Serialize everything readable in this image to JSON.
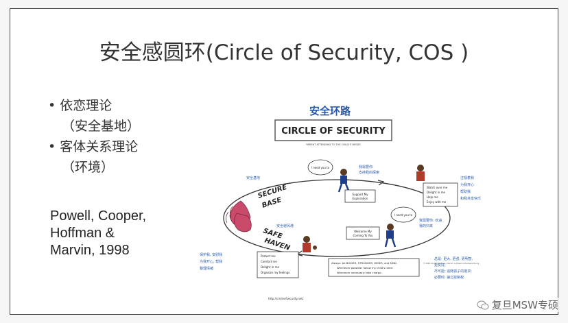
{
  "slide": {
    "title": "安全感圆环(Circle of Security, COS )",
    "bullets": [
      {
        "text": "• 依恋理论"
      },
      {
        "text": "（安全基地）",
        "indent": true
      },
      {
        "text": "• 客体关系理论"
      },
      {
        "text": "（环境）",
        "indent": true
      }
    ],
    "authors": [
      "Powell, Cooper,",
      "Hoffman &",
      "Marvin, 1998"
    ]
  },
  "diagram": {
    "cn_title": "安全环路",
    "banner_title": "CIRCLE OF SECURITY",
    "banner_subtitle": "PARENT ATTENDING TO THE CHILD'S NEEDS",
    "secure_base": "SECURE\nBASE",
    "safe_haven": "SAFE\nHAVEN",
    "label_secure_cn": "安全基地",
    "label_haven_cn": "安全避风港",
    "bubble_top": "I need you to",
    "bubble_right": "I need you to",
    "support_box": "Support My Exploration",
    "welcome_box": "Welcome My Coming To You",
    "top_cn": "我需要你:\n支持我的探索",
    "right_cn": "我需要你: 欢迎\n我的归来",
    "watch_list": [
      "Watch over me",
      "Delight in me",
      "Help me",
      "Enjoy with me"
    ],
    "watch_cn": [
      "注视着我",
      "为我开心",
      "帮助我",
      "和我共享快乐"
    ],
    "protect_list": [
      "Protect me",
      "Comfort me",
      "Delight in me",
      "Organize my feelings"
    ],
    "protect_cn": [
      "保护我, 安慰我",
      "为我开心, 帮我",
      "整理情绪"
    ],
    "always_lines": [
      "Always: be BIGGER, STRONGER, WISER, and KIND.",
      "Whenever possible: follow my child's need.",
      "Whenever necessary: take charge."
    ],
    "always_cn": [
      "总是: 更大, 更强, 更明智,",
      "更友好;",
      "尽可能: 追随孩子的需求;",
      "必要时: 接过控制权"
    ],
    "copyright": "© 2000 Cooper, Hoffman, Marvin, & Powell circleofsecurity.org",
    "url": "http://circleofsecurity.net/"
  },
  "watermark": {
    "text": "复旦MSW专硕"
  }
}
